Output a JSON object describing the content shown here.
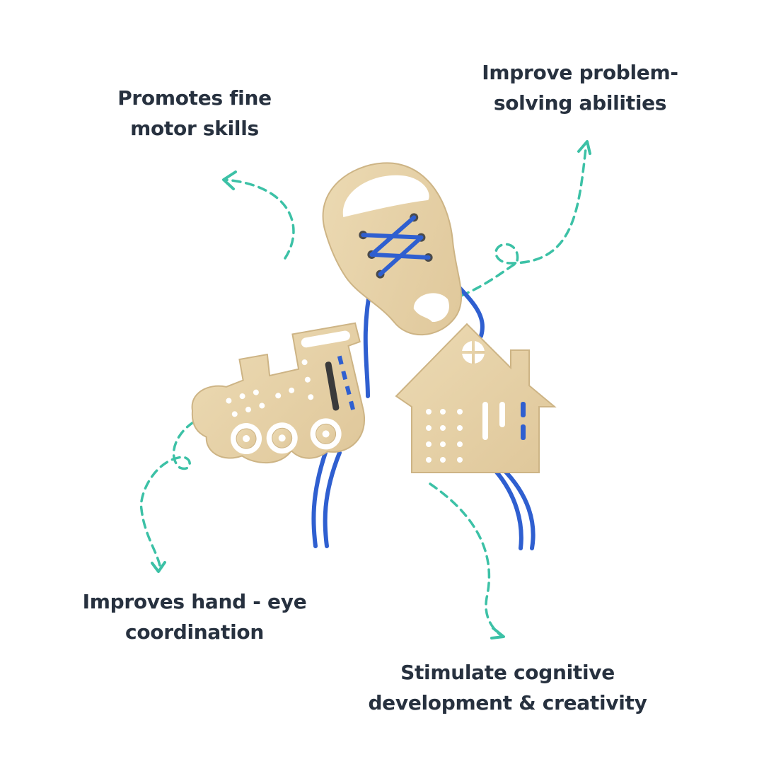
{
  "benefits": [
    {
      "line1": "Promotes fine",
      "line2": "motor skills"
    },
    {
      "line1": "Improve problem-",
      "line2": "solving abilities"
    },
    {
      "line1": "Improves hand - eye",
      "line2": "coordination"
    },
    {
      "line1": "Stimulate cognitive",
      "line2": "development & creativity"
    }
  ],
  "colors": {
    "text": "#27313f",
    "arrow": "#3cc1a6",
    "wood": "#e7d3a8",
    "wood_edge": "#cdb485",
    "lace": "#2f5fd0"
  }
}
